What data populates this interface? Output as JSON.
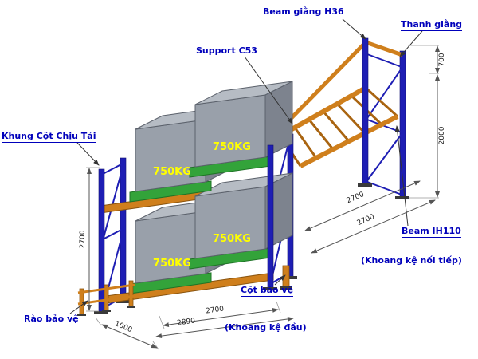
{
  "labels": {
    "beam_giang_h36": "Beam giằng H36",
    "thanh_giang": "Thanh giằng",
    "support_c53": "Support C53",
    "khung_cot_chiu_tai": "Khung Cột Chịu Tải",
    "rao_bao_ve": "Rào bảo vệ",
    "cot_bao_ve": "Cột bảo vệ",
    "beam_ih110": "Beam IH110",
    "khoang_ke_dau": "(Khoang kệ đầu)",
    "khoang_ke_noi_tiep": "(Khoang kệ nối tiếp)"
  },
  "loads": {
    "upper_left": "750KG",
    "upper_right": "750KG",
    "lower_left": "750KG",
    "lower_right": "750KG"
  },
  "dimensions": {
    "frame_height_left": "2700",
    "first_bay_beam": "2700",
    "first_bay_overall": "2890",
    "frame_depth": "1000",
    "top_offset": "700",
    "beam_level_height": "2000",
    "next_bay_a": "2700",
    "next_bay_b": "2700"
  },
  "colors": {
    "frame_blue": "#1e1eb4",
    "beam_orange": "#cf7f1c",
    "pallet_green": "#33a33a",
    "box_gray": "#99a0aa",
    "load_text": "#ffff00",
    "label_blue": "#0000bb",
    "dimension_text": "#222222"
  }
}
